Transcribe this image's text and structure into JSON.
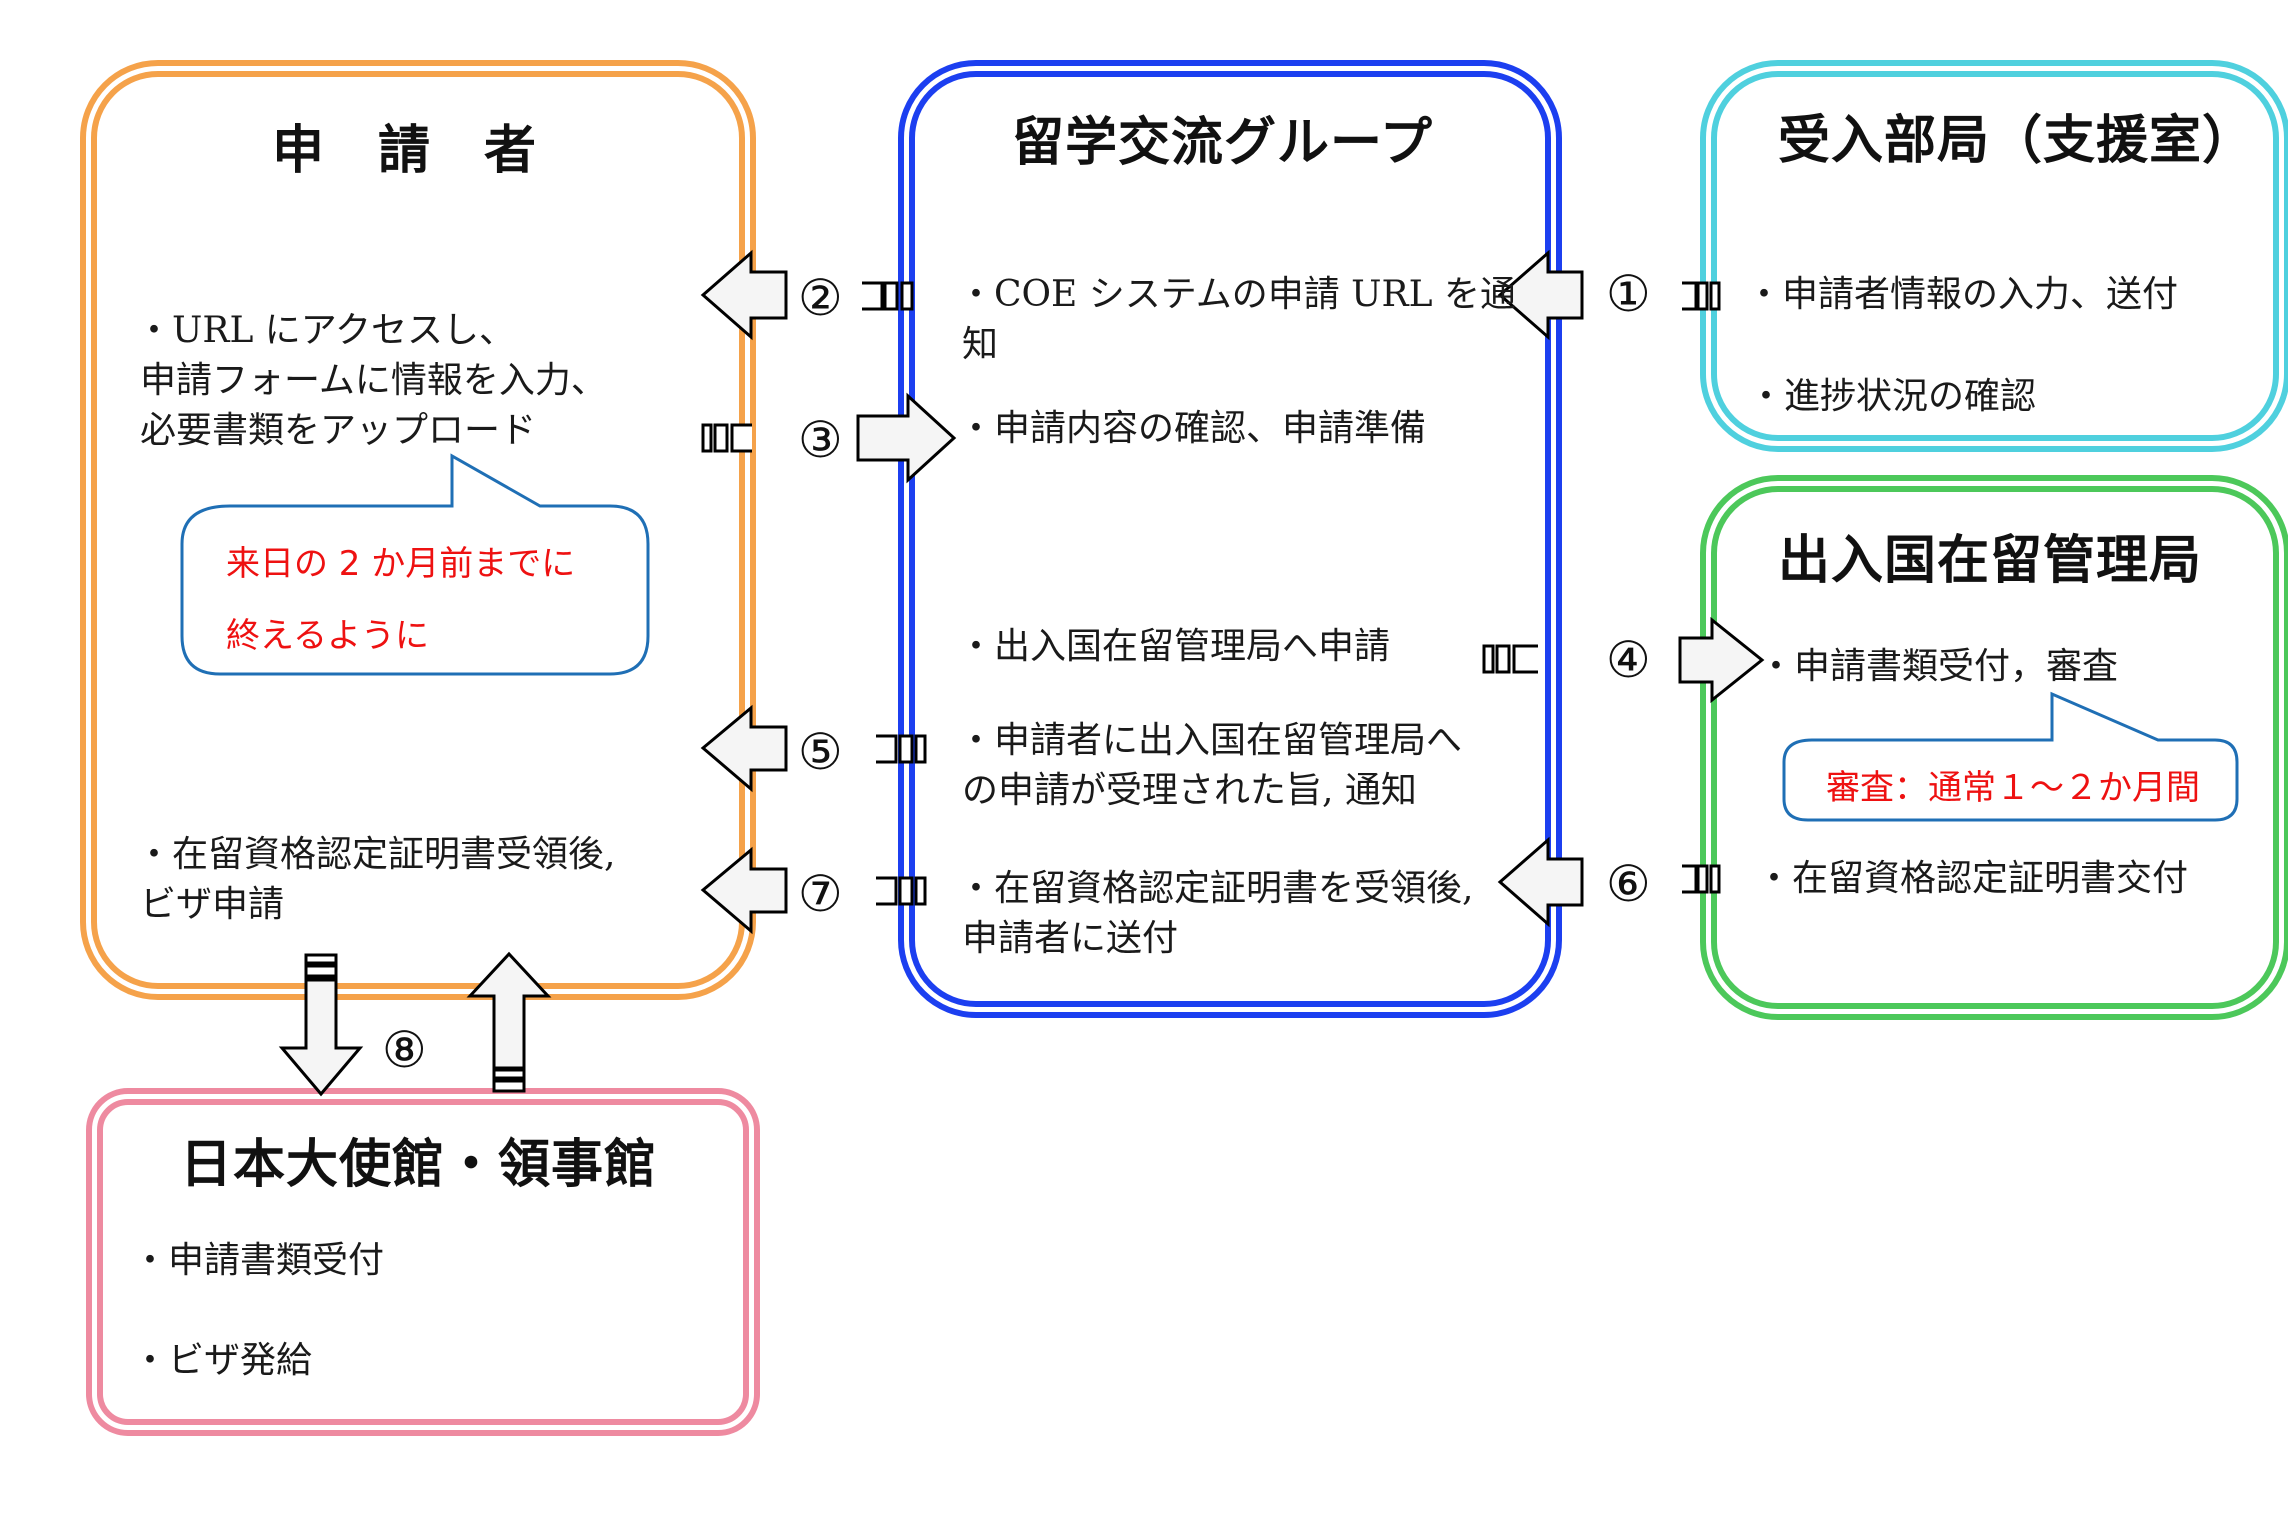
{
  "applicant": {
    "title": "申　請　者",
    "step2_text": [
      "・URL にアクセスし、",
      "申請フォームに情報を入力、",
      "必要書類をアップロード"
    ],
    "callout": [
      "来日の 2 か月前までに",
      "終えるように"
    ],
    "step7_text": [
      "・在留資格認定証明書受領後,",
      "ビザ申請"
    ]
  },
  "exchange": {
    "title": "留学交流グループ",
    "items": [
      [
        "・COE システムの申請 URL を通",
        "知"
      ],
      [
        "・申請内容の確認、申請準備"
      ],
      [
        "・出入国在留管理局へ申請"
      ],
      [
        "・申請者に出入国在留管理局へ",
        "の申請が受理された旨, 通知"
      ],
      [
        "・在留資格認定証明書を受領後,",
        "申請者に送付"
      ]
    ]
  },
  "dept": {
    "title": "受入部局（支援室）",
    "items": [
      "・申請者情報の入力、送付",
      "・進捗状況の確認"
    ]
  },
  "immigration": {
    "title": "出入国在留管理局",
    "item_review": "・申請書類受付，審査",
    "callout": "審査：通常１～２か月間",
    "item_issue": "・在留資格認定証明書交付"
  },
  "embassy": {
    "title": "日本大使館・領事館",
    "items": [
      "・申請書類受付",
      "・ビザ発給"
    ]
  },
  "steps": [
    "①",
    "②",
    "③",
    "④",
    "⑤",
    "⑥",
    "⑦",
    "⑧"
  ],
  "colors": {
    "applicant_border": "#f5a24a",
    "exchange_border": "#1c3ff0",
    "dept_border": "#4fd0de",
    "immigration_border": "#4cc85a",
    "embassy_border": "#ee8aa0",
    "callout_text": "#ee1111",
    "callout_border": "#1f6fb5"
  }
}
